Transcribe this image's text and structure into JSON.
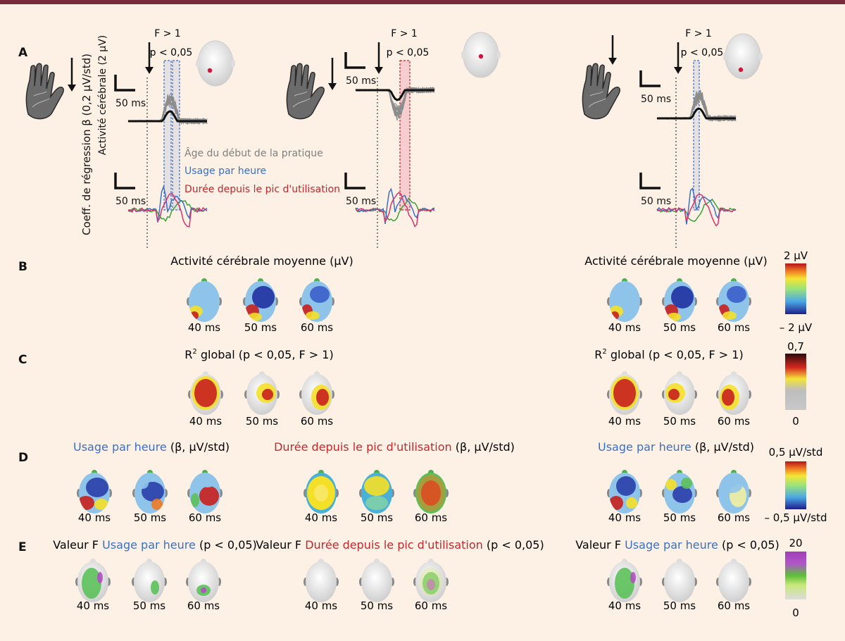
{
  "panels": {
    "a": "A",
    "b": "B",
    "c": "C",
    "d": "D",
    "e": "E"
  },
  "ylabels": {
    "activity": "Activité cérébrale (2 µV)",
    "beta": "Coeff. de régression β (0,2 µV/std)"
  },
  "annot": {
    "f": "F > 1",
    "p": "p < 0,05",
    "ms50": "50 ms"
  },
  "legend": [
    {
      "label": "Âge du début de la pratique",
      "color": "#808080"
    },
    {
      "label": "Usage par heure",
      "color": "#3b6fc4"
    },
    {
      "label": "Durée depuis le pic d'utilisation",
      "color": "#c0282d"
    }
  ],
  "rows": {
    "b_title": "Activité cérébrale moyenne (µV)",
    "c_title_main": "R",
    "c_title_sup": "2",
    "c_title_rest": " global (p < 0,05, F > 1)",
    "d_left_colored": "Usage par heure",
    "d_mid_colored": "Durée depuis le pic d'utilisation",
    "d_right_colored": "Usage par heure",
    "d_suffix": " (β, µV/std)",
    "e_prefix": "Valeur F ",
    "e_left_colored": "Usage par heure",
    "e_mid_colored": "Durée depuis le pic d'utilisation",
    "e_right_colored": "Usage par heure",
    "e_suffix": " (p < 0,05)"
  },
  "times": [
    "40 ms",
    "50 ms",
    "60 ms"
  ],
  "colorbars": {
    "b": {
      "max": "2 µV",
      "min": "– 2 µV"
    },
    "c": {
      "max": "0,7",
      "min": "0"
    },
    "d": {
      "max": "0,5 µV/std",
      "min": "– 0,5 µV/std"
    },
    "e": {
      "max": "20",
      "min": "0"
    }
  },
  "colors": {
    "blue": "#3b6fc4",
    "red": "#c0282d",
    "green": "#3aa13a",
    "topbar": "#7a2a3a"
  }
}
